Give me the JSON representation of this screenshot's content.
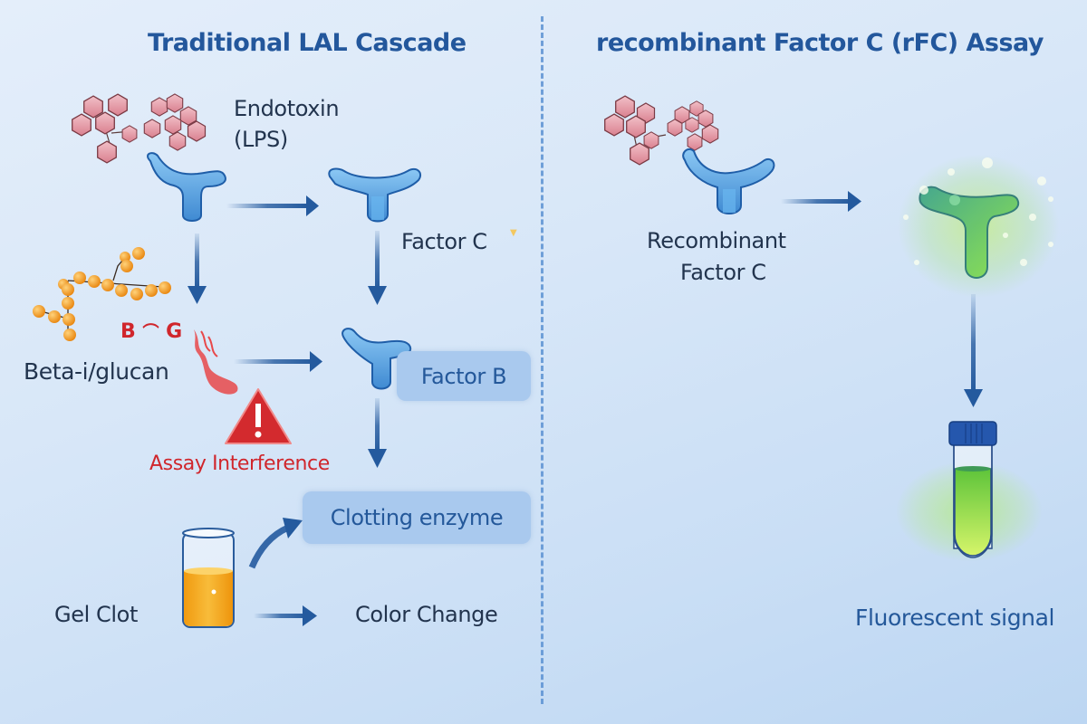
{
  "left_panel": {
    "title": "Traditional LAL Cascade",
    "endotoxin_label_line1": "Endotoxin",
    "endotoxin_label_line2": "(LPS)",
    "factor_c_label": "Factor C",
    "factor_b_label": "Factor B",
    "beta_glucan_label": "Beta-i/glucan",
    "bg_symbol_b": "B",
    "bg_symbol_link": "⌒",
    "bg_symbol_g": "G",
    "interference_label": "Assay Interference",
    "warning_mark": "!",
    "clotting_enzyme_label": "Clotting enzyme",
    "gel_clot_label": "Gel Clot",
    "color_change_label": "Color Change"
  },
  "right_panel": {
    "title": "recombinant Factor C (rFC) Assay",
    "rfc_label_line1": "Recombinant",
    "rfc_label_line2": "Factor C",
    "fluorescent_label": "Fluorescent signal"
  },
  "colors": {
    "title": "#23579c",
    "arrow": "#245a9e",
    "protein": "#4f9fe0",
    "lps": "#e4a0ad",
    "glucan": "#f2a02a",
    "warning": "#d0262c",
    "fluorescent": "#7fe04a",
    "gel": "#f5ad1f"
  }
}
